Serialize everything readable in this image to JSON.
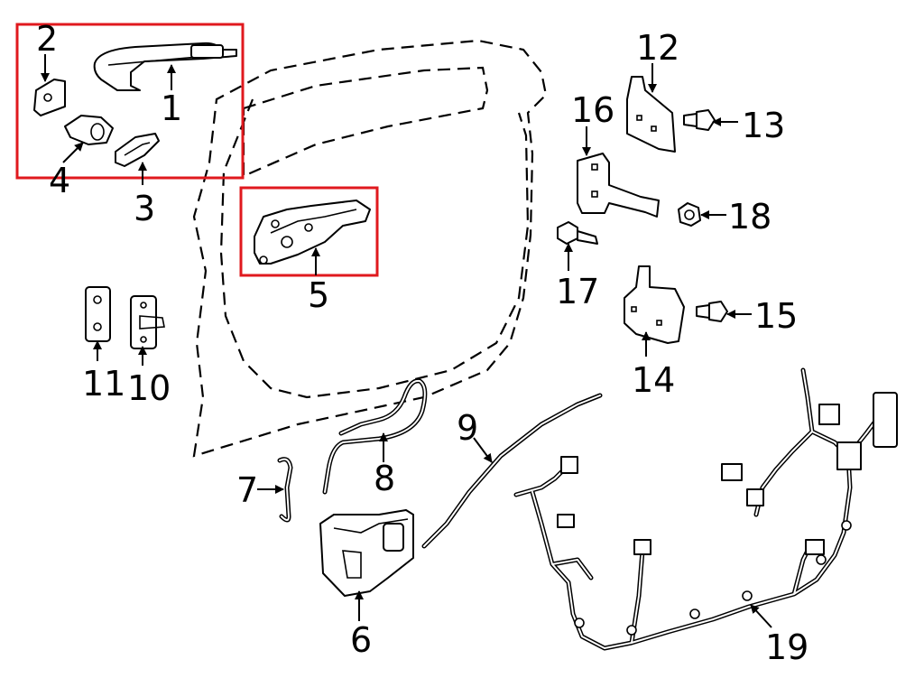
{
  "diagram": {
    "highlight_color": "#e0191e",
    "line_color": "#000000",
    "callouts": {
      "c1": "1",
      "c2": "2",
      "c3": "3",
      "c4": "4",
      "c5": "5",
      "c6": "6",
      "c7": "7",
      "c8": "8",
      "c9": "9",
      "c10": "10",
      "c11": "11",
      "c12": "12",
      "c13": "13",
      "c14": "14",
      "c15": "15",
      "c16": "16",
      "c17": "17",
      "c18": "18",
      "c19": "19"
    }
  }
}
